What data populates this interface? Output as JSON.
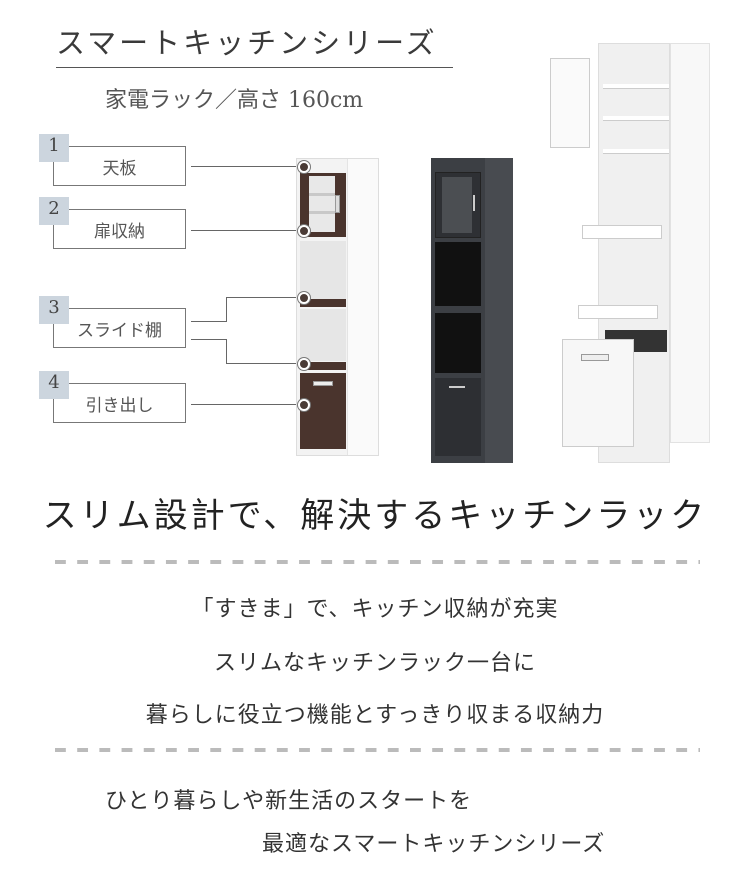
{
  "header": {
    "title": "スマートキッチンシリーズ",
    "subtitle": "家電ラック／高さ 160cm"
  },
  "features": [
    {
      "number": "1",
      "label": "天板"
    },
    {
      "number": "2",
      "label": "扉収納"
    },
    {
      "number": "3",
      "label": "スライド棚"
    },
    {
      "number": "4",
      "label": "引き出し"
    }
  ],
  "products": {
    "white_brown": "white-brown-cabinet-image",
    "dark_gray": "dark-gray-cabinet-image",
    "white_open": "white-open-cabinet-image"
  },
  "colors": {
    "badge_bg": "#ccd5de",
    "brown": "#4a342d",
    "dark": "#3c3f44",
    "dash": "#bbbbbb"
  },
  "headline": "スリム設計で、解決するキッチンラック",
  "body": {
    "lines": [
      "「すきま」で、キッチン収納が充実",
      "スリムなキッチンラック一台に",
      "暮らしに役立つ機能とすっきり収まる収納力"
    ]
  },
  "footer": {
    "lines": [
      "ひとり暮らしや新生活のスタートを",
      "最適なスマートキッチンシリーズ"
    ]
  }
}
